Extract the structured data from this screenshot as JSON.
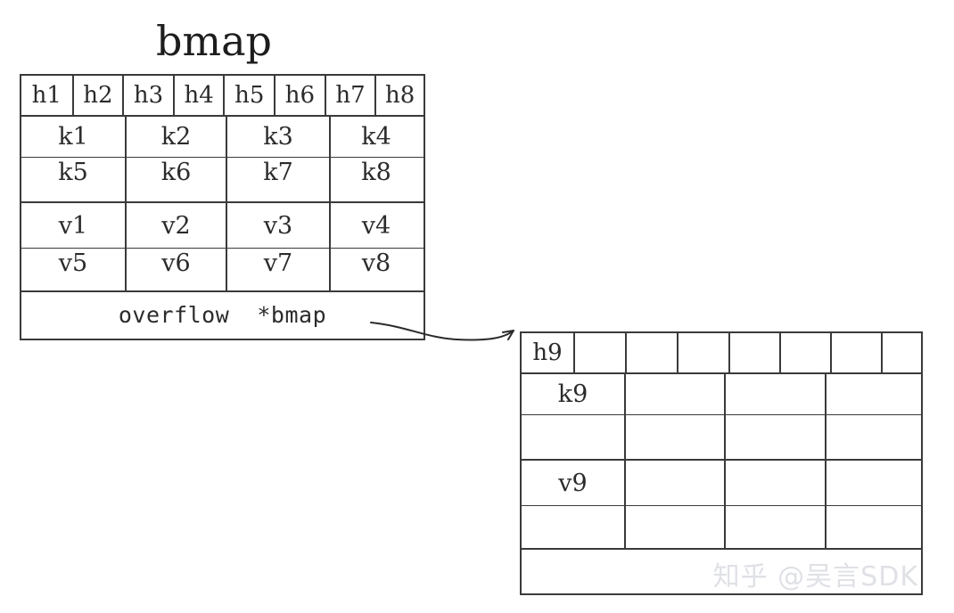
{
  "figure": {
    "title": "bmap",
    "watermark": "知乎 @吴言SDK",
    "line_color": "#3a3a3a",
    "text_color": "#2b2b2b",
    "background": "#ffffff",
    "watermark_color": "#dfe1e6"
  },
  "main_bucket": {
    "name": "bmap",
    "tophash_row": [
      "h1",
      "h2",
      "h3",
      "h4",
      "h5",
      "h6",
      "h7",
      "h8"
    ],
    "keys_row_1": [
      "k1",
      "k2",
      "k3",
      "k4"
    ],
    "keys_row_2": [
      "k5",
      "k6",
      "k7",
      "k8"
    ],
    "values_row_1": [
      "v1",
      "v2",
      "v3",
      "v4"
    ],
    "values_row_2": [
      "v5",
      "v6",
      "v7",
      "v8"
    ],
    "overflow_label": "overflow  *bmap"
  },
  "overflow_bucket": {
    "tophash_row": [
      "h9",
      "",
      "",
      "",
      "",
      "",
      "",
      ""
    ],
    "keys_row_1": [
      "k9",
      "",
      "",
      ""
    ],
    "keys_row_2": [
      "",
      "",
      "",
      ""
    ],
    "values_row_1": [
      "v9",
      "",
      "",
      ""
    ],
    "values_row_2": [
      "",
      "",
      "",
      ""
    ],
    "overflow_label": ""
  },
  "connector": {
    "label": "overflow-pointer-arrow"
  }
}
